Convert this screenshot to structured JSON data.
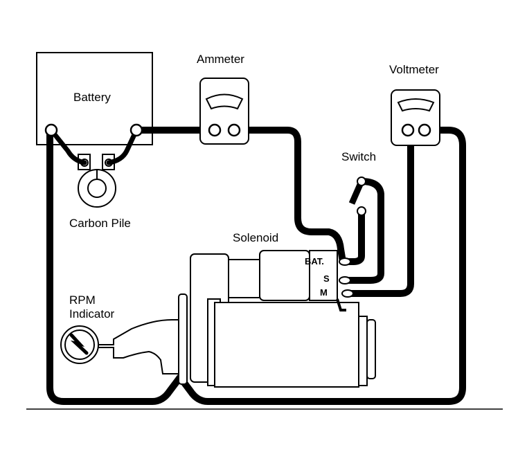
{
  "diagram": {
    "type": "starter motor test circuit",
    "labels": {
      "battery": "Battery",
      "ammeter": "Ammeter",
      "voltmeter": "Voltmeter",
      "switch": "Switch",
      "carbon_pile": "Carbon Pile",
      "solenoid": "Solenoid",
      "rpm_indicator_line1": "RPM",
      "rpm_indicator_line2": "Indicator"
    },
    "solenoid_terminals": {
      "bat": "BAT.",
      "s": "S",
      "m": "M"
    },
    "colors": {
      "line": "#000000",
      "background": "#ffffff"
    }
  }
}
